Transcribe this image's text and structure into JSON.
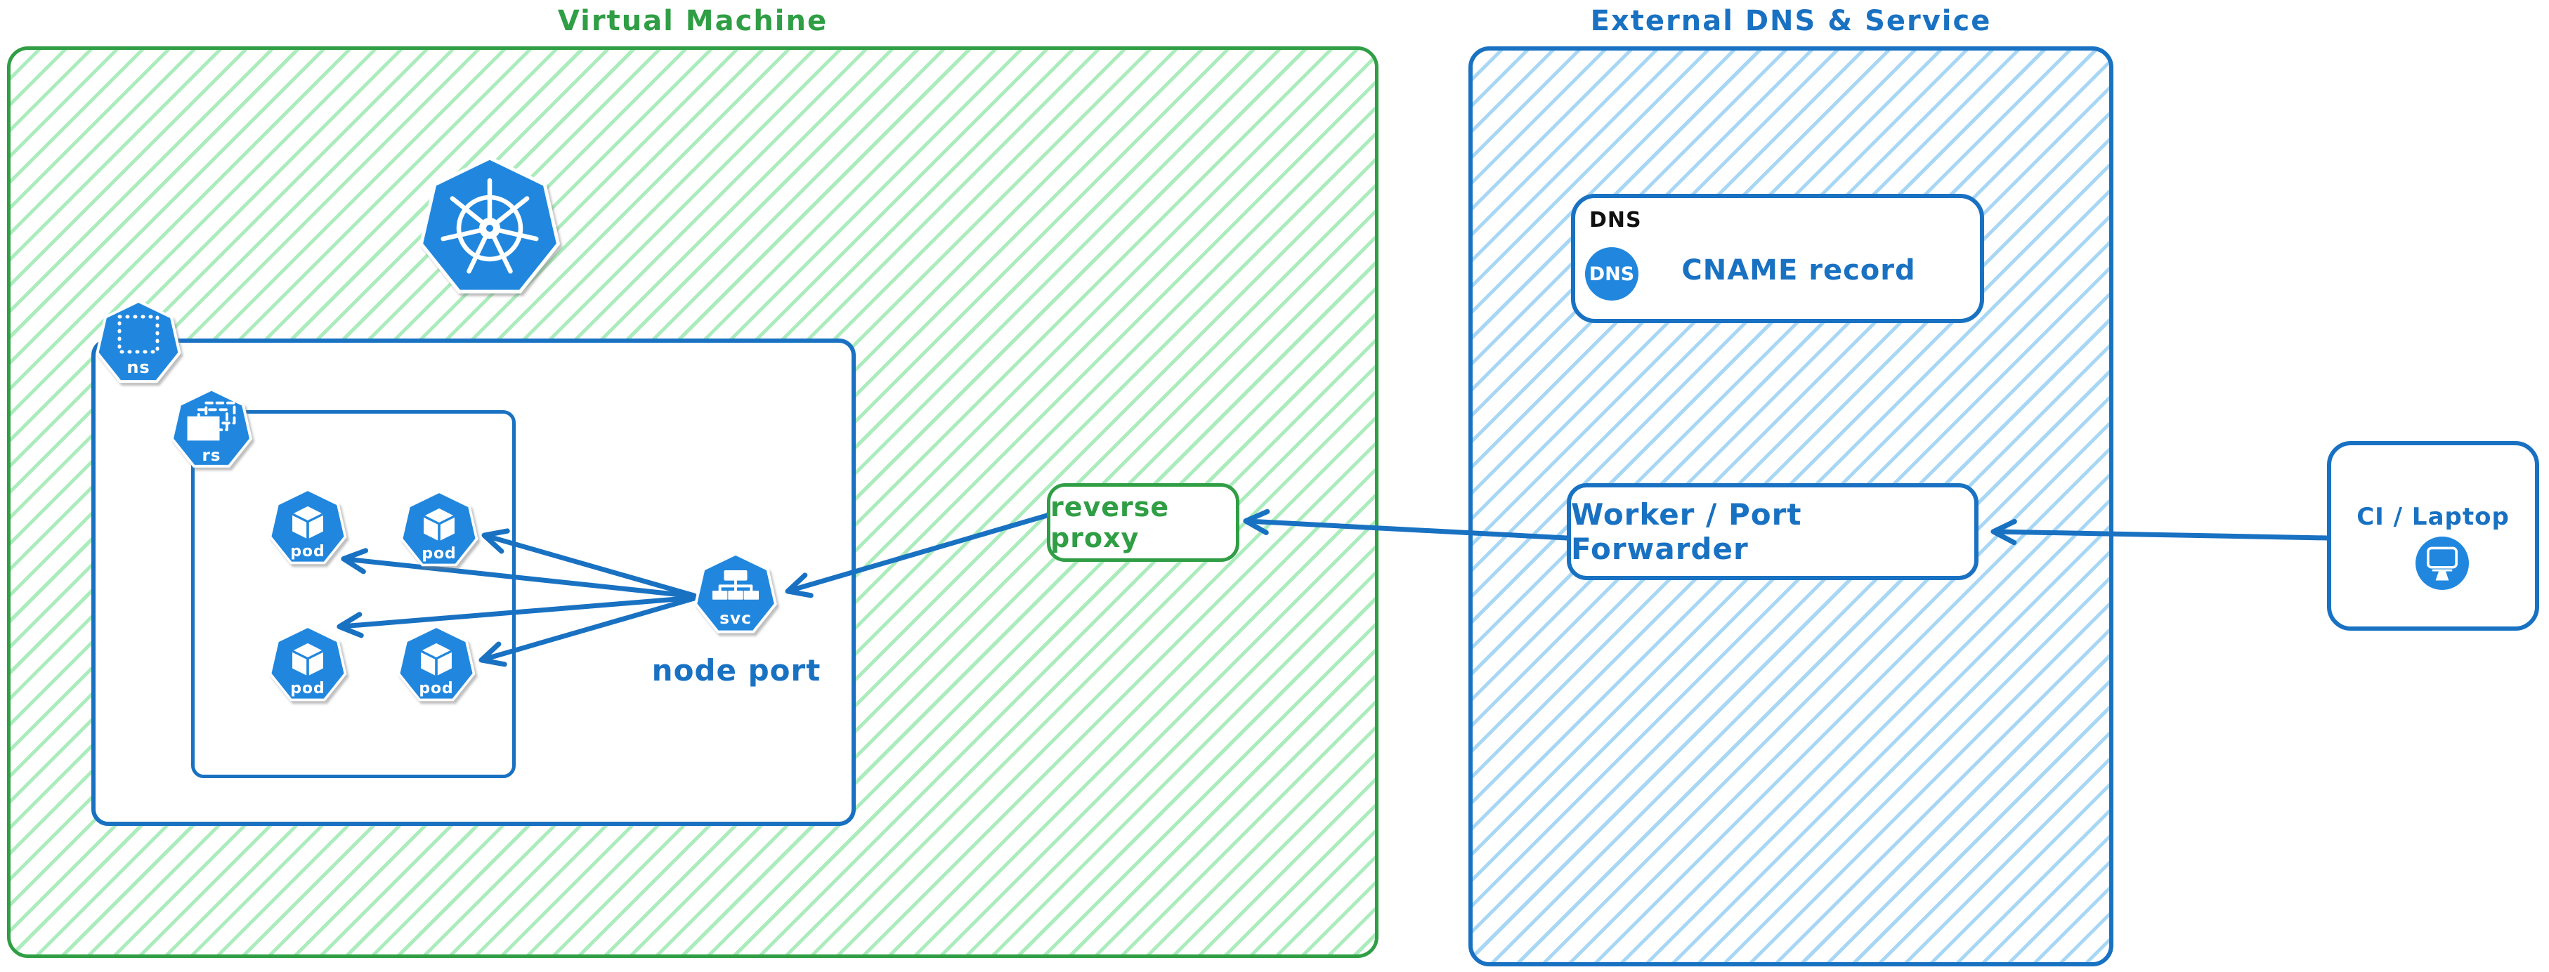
{
  "colors": {
    "green": "#2f9e44",
    "green_hatch": "#abecbc",
    "blue": "#1971c2",
    "blue_hatch": "#a8d7f5",
    "icon_blue": "#2187de",
    "ink": "#111111"
  },
  "vm": {
    "title": "Virtual Machine",
    "namespace": {
      "badge": "ns"
    },
    "replicaset": {
      "badge": "rs"
    },
    "pods": [
      {
        "label": "pod"
      },
      {
        "label": "pod"
      },
      {
        "label": "pod"
      },
      {
        "label": "pod"
      }
    ],
    "service": {
      "badge": "svc"
    },
    "node_port_label": "node port",
    "reverse_proxy_label": "reverse proxy"
  },
  "external": {
    "title": "External DNS & Service",
    "dns_box": {
      "tag": "DNS",
      "badge": "DNS",
      "record": "CNAME record"
    },
    "worker": {
      "label": "Worker / Port Forwarder"
    }
  },
  "client": {
    "label": "CI / Laptop"
  }
}
